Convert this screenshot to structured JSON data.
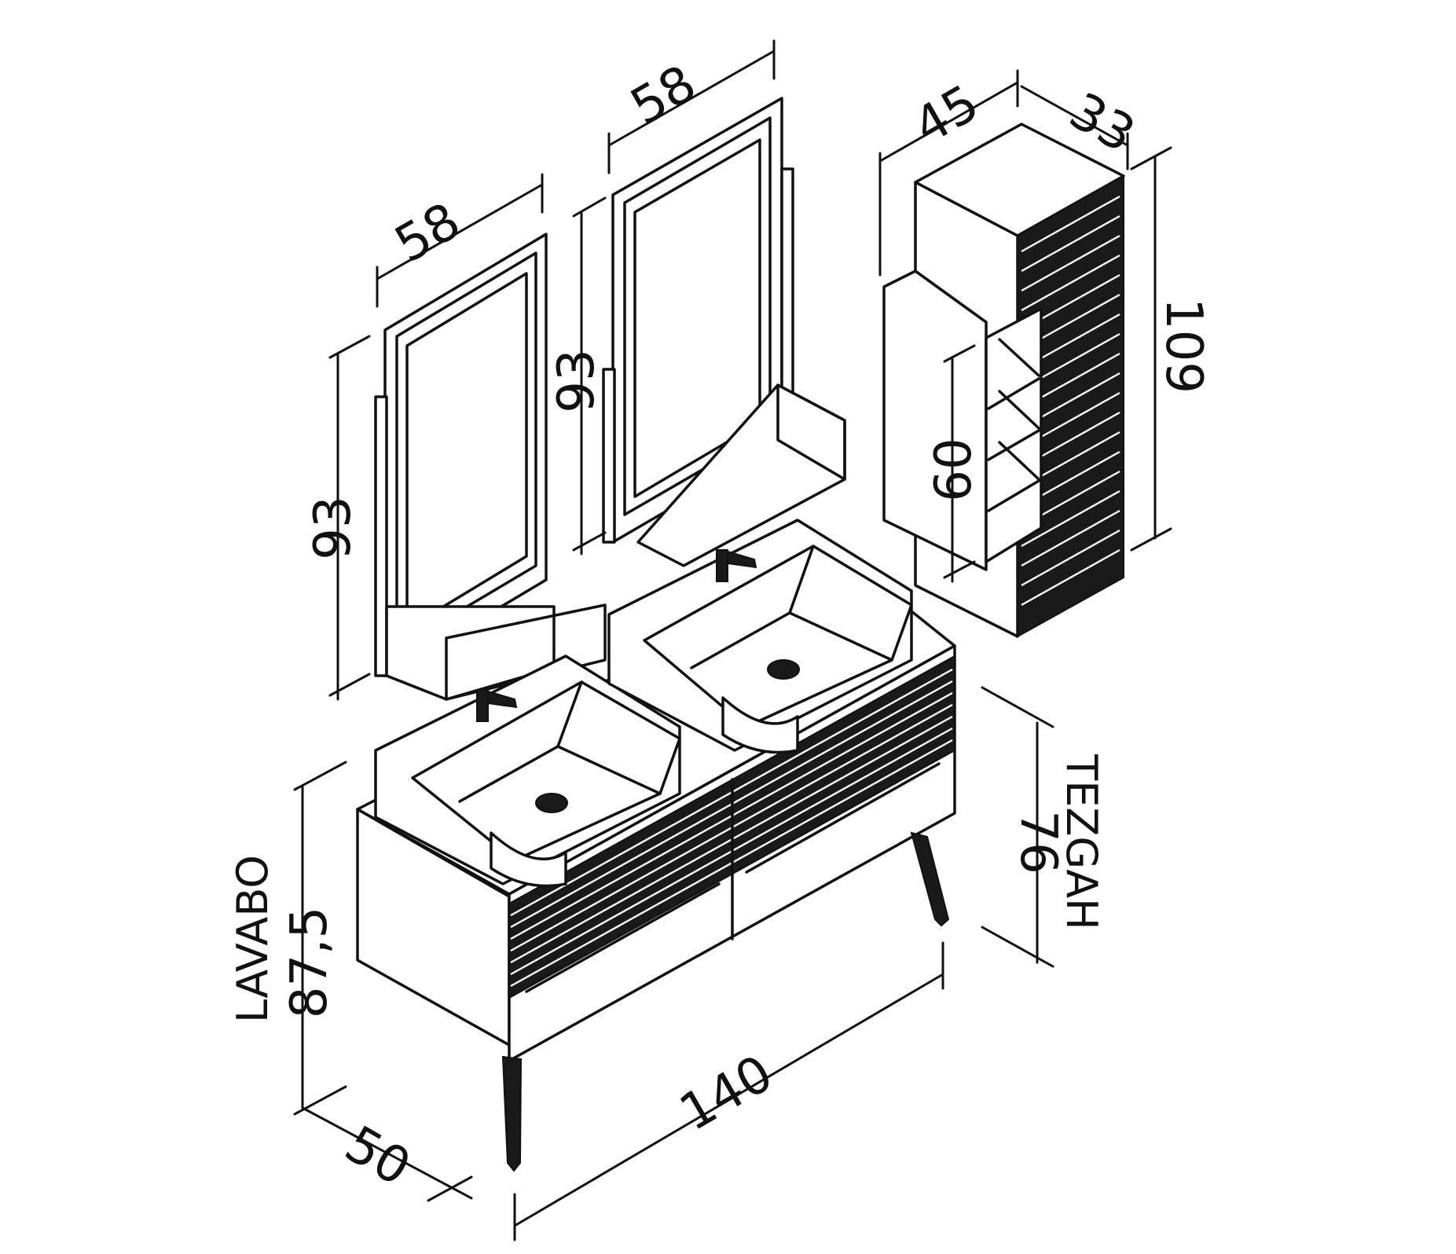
{
  "dimensions": {
    "mirror_left_width": "58",
    "mirror_right_width": "58",
    "mirror_left_height": "93",
    "mirror_right_height": "93",
    "cabinet_width": "45",
    "cabinet_depth": "33",
    "cabinet_height": "109",
    "cabinet_open_shelf_height": "60",
    "vanity_width": "140",
    "vanity_depth": "50",
    "vanity_height": "87,5",
    "counter_height": "76"
  },
  "labels": {
    "vanity": "LAVABO",
    "counter": "TEZGAH"
  },
  "colors": {
    "line": "#111111",
    "fill_light": "#ffffff",
    "fill_dark": "#1a1a1a"
  }
}
